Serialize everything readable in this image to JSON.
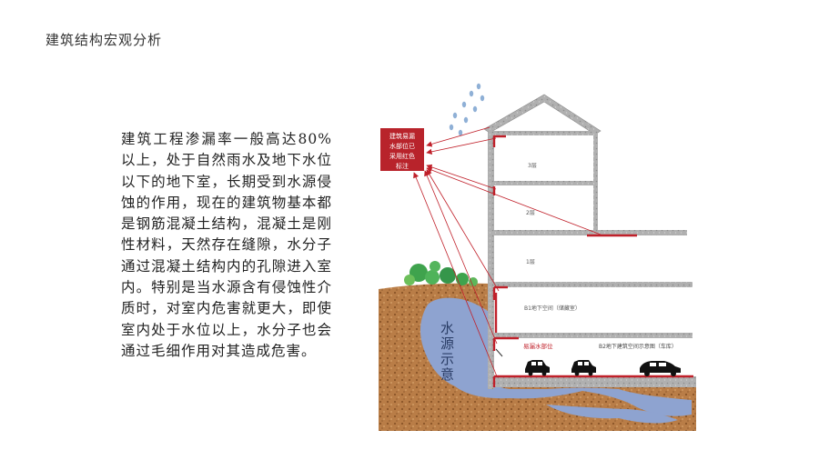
{
  "page": {
    "title": "建筑结构宏观分析",
    "paragraph": "建筑工程渗漏率一般高达80%以上，处于自然雨水及地下水位以下的地下室，长期受到水源侵蚀的作用，现在的建筑物基本都是钢筋混凝土结构，混凝土是刚性材料，天然存在缝隙，水分子通过混凝土结构内的孔隙进入室内。特别是当水源含有侵蚀性介质时，对室内危害就更大，即使室内处于水位以上，水分子也会通过毛细作用对其造成危害。"
  },
  "diagram": {
    "legend_box": [
      "建筑易漏",
      "水部位已",
      "采用红色",
      "标注"
    ],
    "floors": {
      "f3": "3层",
      "f2": "2层",
      "f1": "1层",
      "b1": "B1地下空间（储藏室）",
      "b2": "B2地下建筑空间示意图（车库）"
    },
    "leak_label": "易漏水部位",
    "water_label": [
      "水",
      "源",
      "示",
      "意"
    ],
    "colors": {
      "leak_red": "#c0202a",
      "water_blue": "#8ea3d0",
      "soil": "#b47a45",
      "concrete": "#a9a9a9",
      "tree_green": "#3fa34d"
    }
  }
}
